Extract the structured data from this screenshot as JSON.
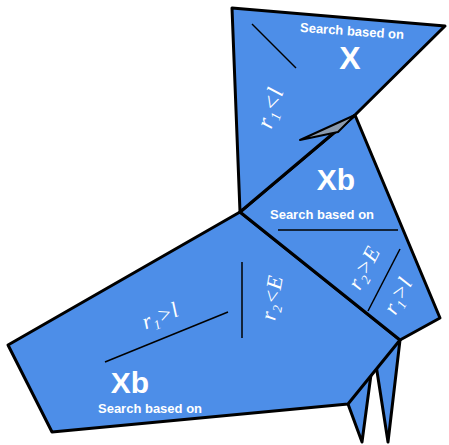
{
  "diagram": {
    "nodes": [
      {
        "text": [
          "Search based on",
          "X",
          "r₁<l"
        ]
      },
      {
        "text": [
          "Xb",
          "Search based on",
          "r₂>E",
          "r₁>l"
        ]
      },
      {
        "text": [
          "r₁>l",
          "r₂<E",
          "Xb",
          "Search based on"
        ]
      }
    ]
  }
}
